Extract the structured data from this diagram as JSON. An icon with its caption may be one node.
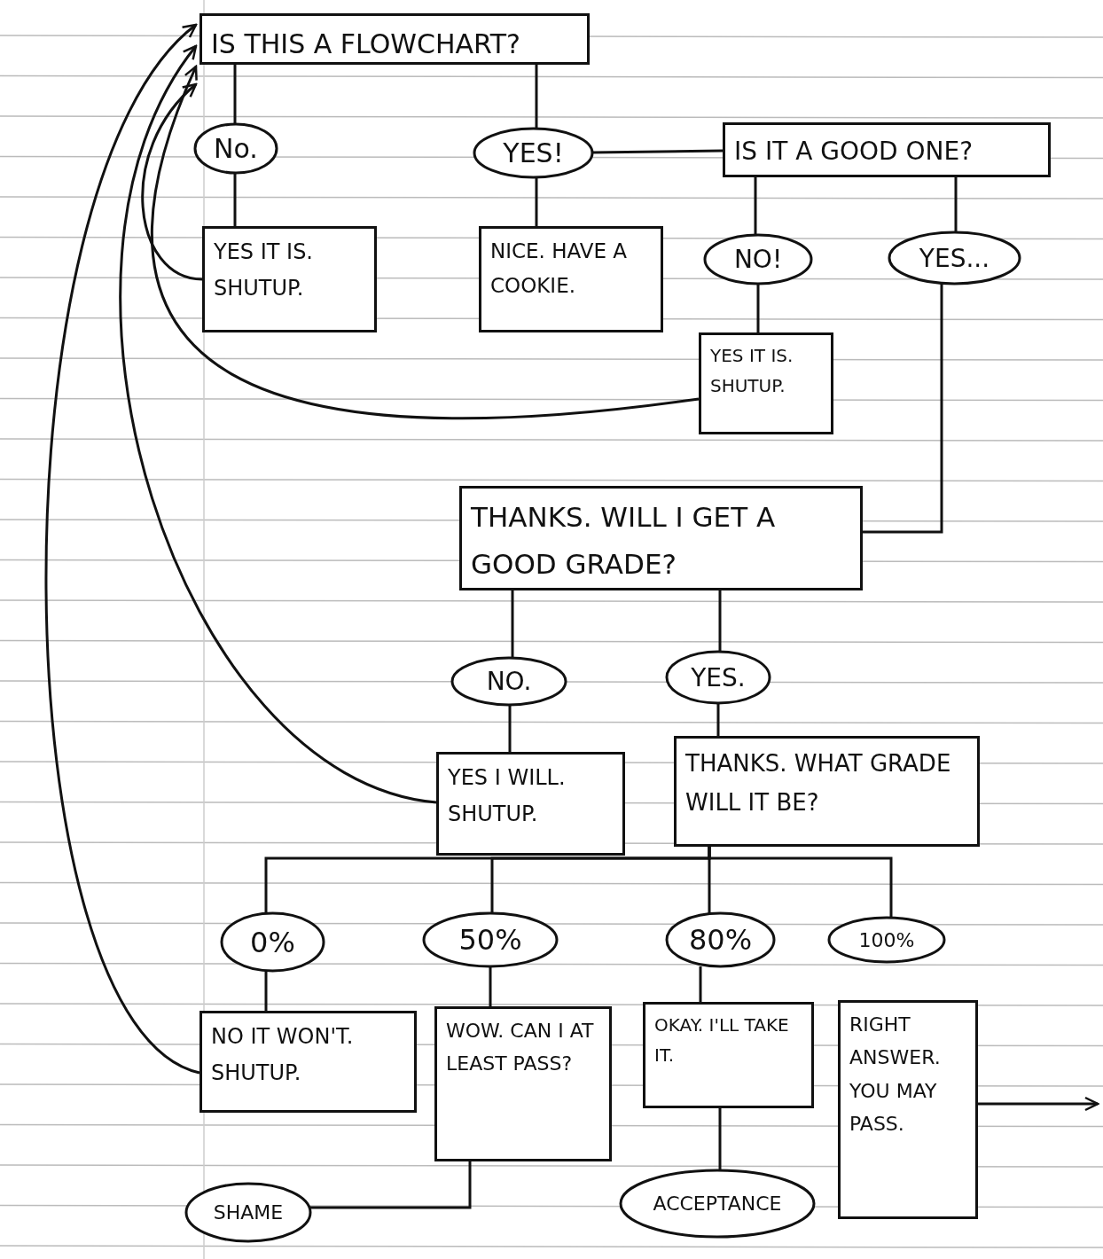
{
  "diagram": {
    "nodes": [
      {
        "text": [
          "IS THIS A FLOWCHART?"
        ]
      },
      {
        "text": [
          "No."
        ]
      },
      {
        "text": [
          "YES!"
        ]
      },
      {
        "text": [
          "IS IT A GOOD ONE?"
        ]
      },
      {
        "text": [
          "YES IT IS. SHUTUP."
        ]
      },
      {
        "text": [
          "NICE. HAVE A COOKIE."
        ]
      },
      {
        "text": [
          "NO!"
        ]
      },
      {
        "text": [
          "YES..."
        ]
      },
      {
        "text": [
          "YES IT IS. SHUTUP."
        ]
      },
      {
        "text": [
          "THANKS. WILL I GET A GOOD GRADE?"
        ]
      },
      {
        "text": [
          "NO."
        ]
      },
      {
        "text": [
          "YES."
        ]
      },
      {
        "text": [
          "YES I WILL. SHUTUP."
        ]
      },
      {
        "text": [
          "THANKS. WHAT GRADE WILL IT BE?"
        ]
      },
      {
        "text": [
          "0%"
        ]
      },
      {
        "text": [
          "50%"
        ]
      },
      {
        "text": [
          "80%"
        ]
      },
      {
        "text": [
          "100%"
        ]
      },
      {
        "text": [
          "NO IT WON'T. SHUTUP."
        ]
      },
      {
        "text": [
          "WOW. CAN I AT LEAST PASS?"
        ]
      },
      {
        "text": [
          "OKAY. I'LL TAKE IT."
        ]
      },
      {
        "text": [
          "RIGHT ANSWER. YOU MAY PASS."
        ]
      },
      {
        "text": [
          "SHAME"
        ]
      },
      {
        "text": [
          "ACCEPTANCE"
        ]
      }
    ],
    "edges": [
      {
        "from": 0,
        "to": 1,
        "arrow": "none"
      },
      {
        "from": 0,
        "to": 2,
        "arrow": "none"
      },
      {
        "from": 2,
        "to": 3,
        "arrow": "none"
      },
      {
        "from": 1,
        "to": 4,
        "arrow": "none"
      },
      {
        "from": 2,
        "to": 5,
        "arrow": "none"
      },
      {
        "from": 3,
        "to": 6,
        "arrow": "none"
      },
      {
        "from": 3,
        "to": 7,
        "arrow": "none"
      },
      {
        "from": 6,
        "to": 8,
        "arrow": "none"
      },
      {
        "from": 7,
        "to": 9,
        "arrow": "none"
      },
      {
        "from": 9,
        "to": 10,
        "arrow": "none"
      },
      {
        "from": 9,
        "to": 11,
        "arrow": "none"
      },
      {
        "from": 10,
        "to": 12,
        "arrow": "none"
      },
      {
        "from": 11,
        "to": 13,
        "arrow": "none"
      },
      {
        "from": 13,
        "to": 14,
        "arrow": "none"
      },
      {
        "from": 13,
        "to": 15,
        "arrow": "none"
      },
      {
        "from": 13,
        "to": 16,
        "arrow": "none"
      },
      {
        "from": 13,
        "to": 17,
        "arrow": "none"
      },
      {
        "from": 14,
        "to": 18,
        "arrow": "none"
      },
      {
        "from": 15,
        "to": 19,
        "arrow": "none"
      },
      {
        "from": 16,
        "to": 20,
        "arrow": "none"
      },
      {
        "from": 19,
        "to": 22,
        "arrow": "none"
      },
      {
        "from": 20,
        "to": 23,
        "arrow": "none"
      },
      {
        "from": 4,
        "to": 0,
        "arrow": "to"
      },
      {
        "from": 8,
        "to": 0,
        "arrow": "to"
      },
      {
        "from": 12,
        "to": 0,
        "arrow": "to"
      },
      {
        "from": 18,
        "to": 0,
        "arrow": "to"
      },
      {
        "from": 21,
        "to": null,
        "arrow": "to"
      }
    ]
  }
}
